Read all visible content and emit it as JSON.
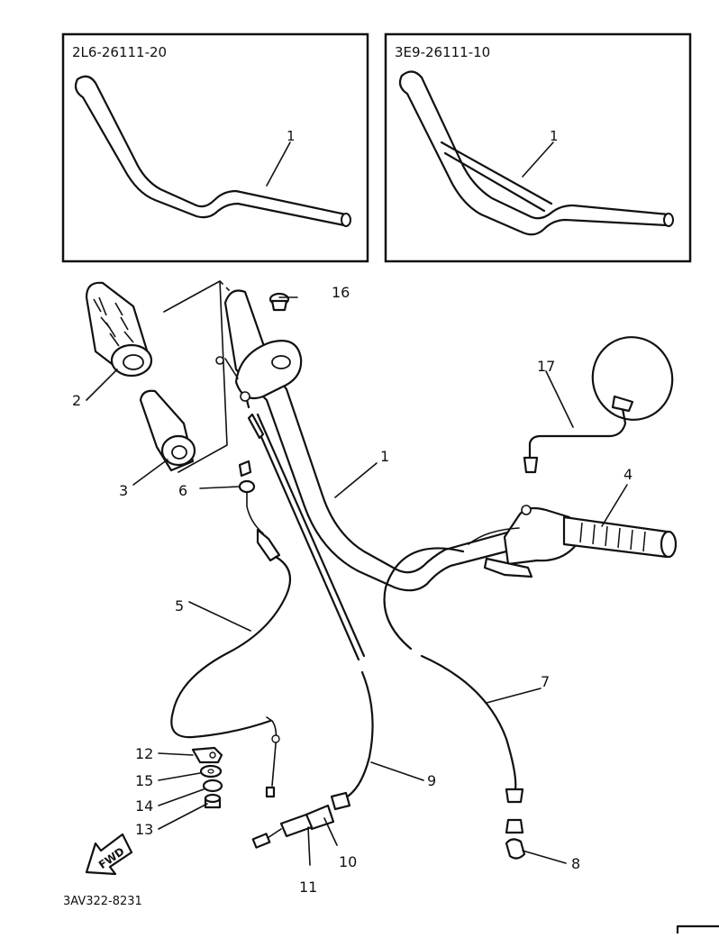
{
  "inset_left": {
    "part_code": "2L6-26111-20",
    "callout": "1"
  },
  "inset_right": {
    "part_code": "3E9-26111-10",
    "callout": "1"
  },
  "callouts": {
    "c1": "1",
    "c2": "2",
    "c3": "3",
    "c4": "4",
    "c5": "5",
    "c6": "6",
    "c7": "7",
    "c8": "8",
    "c9": "9",
    "c10": "10",
    "c11": "11",
    "c12": "12",
    "c13": "13",
    "c14": "14",
    "c15": "15",
    "c16": "16",
    "c17": "17"
  },
  "fwd_label": "FWD",
  "diagram_code": "3AV322-8231"
}
